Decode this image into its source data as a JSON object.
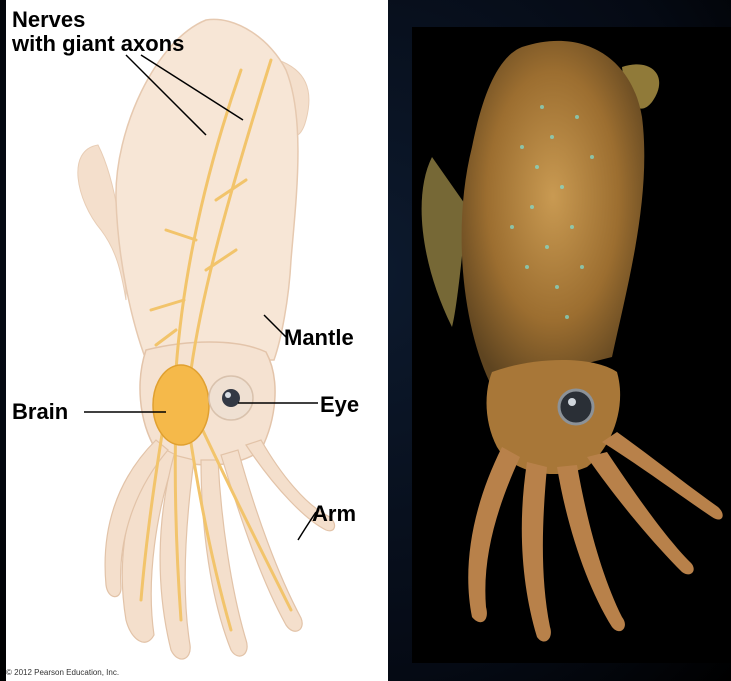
{
  "labels": {
    "nerves_line1": "Nerves",
    "nerves_line2": "with giant axons",
    "mantle": "Mantle",
    "brain": "Brain",
    "eye": "Eye",
    "arm": "Arm"
  },
  "copyright": "© 2012 Pearson Education, Inc.",
  "colors": {
    "squid_body": "#f6e3d2",
    "nerve": "#f2c46b",
    "brain": "#f5b94a",
    "photo_background": "#000000",
    "photo_squid": "#b07a3a"
  }
}
